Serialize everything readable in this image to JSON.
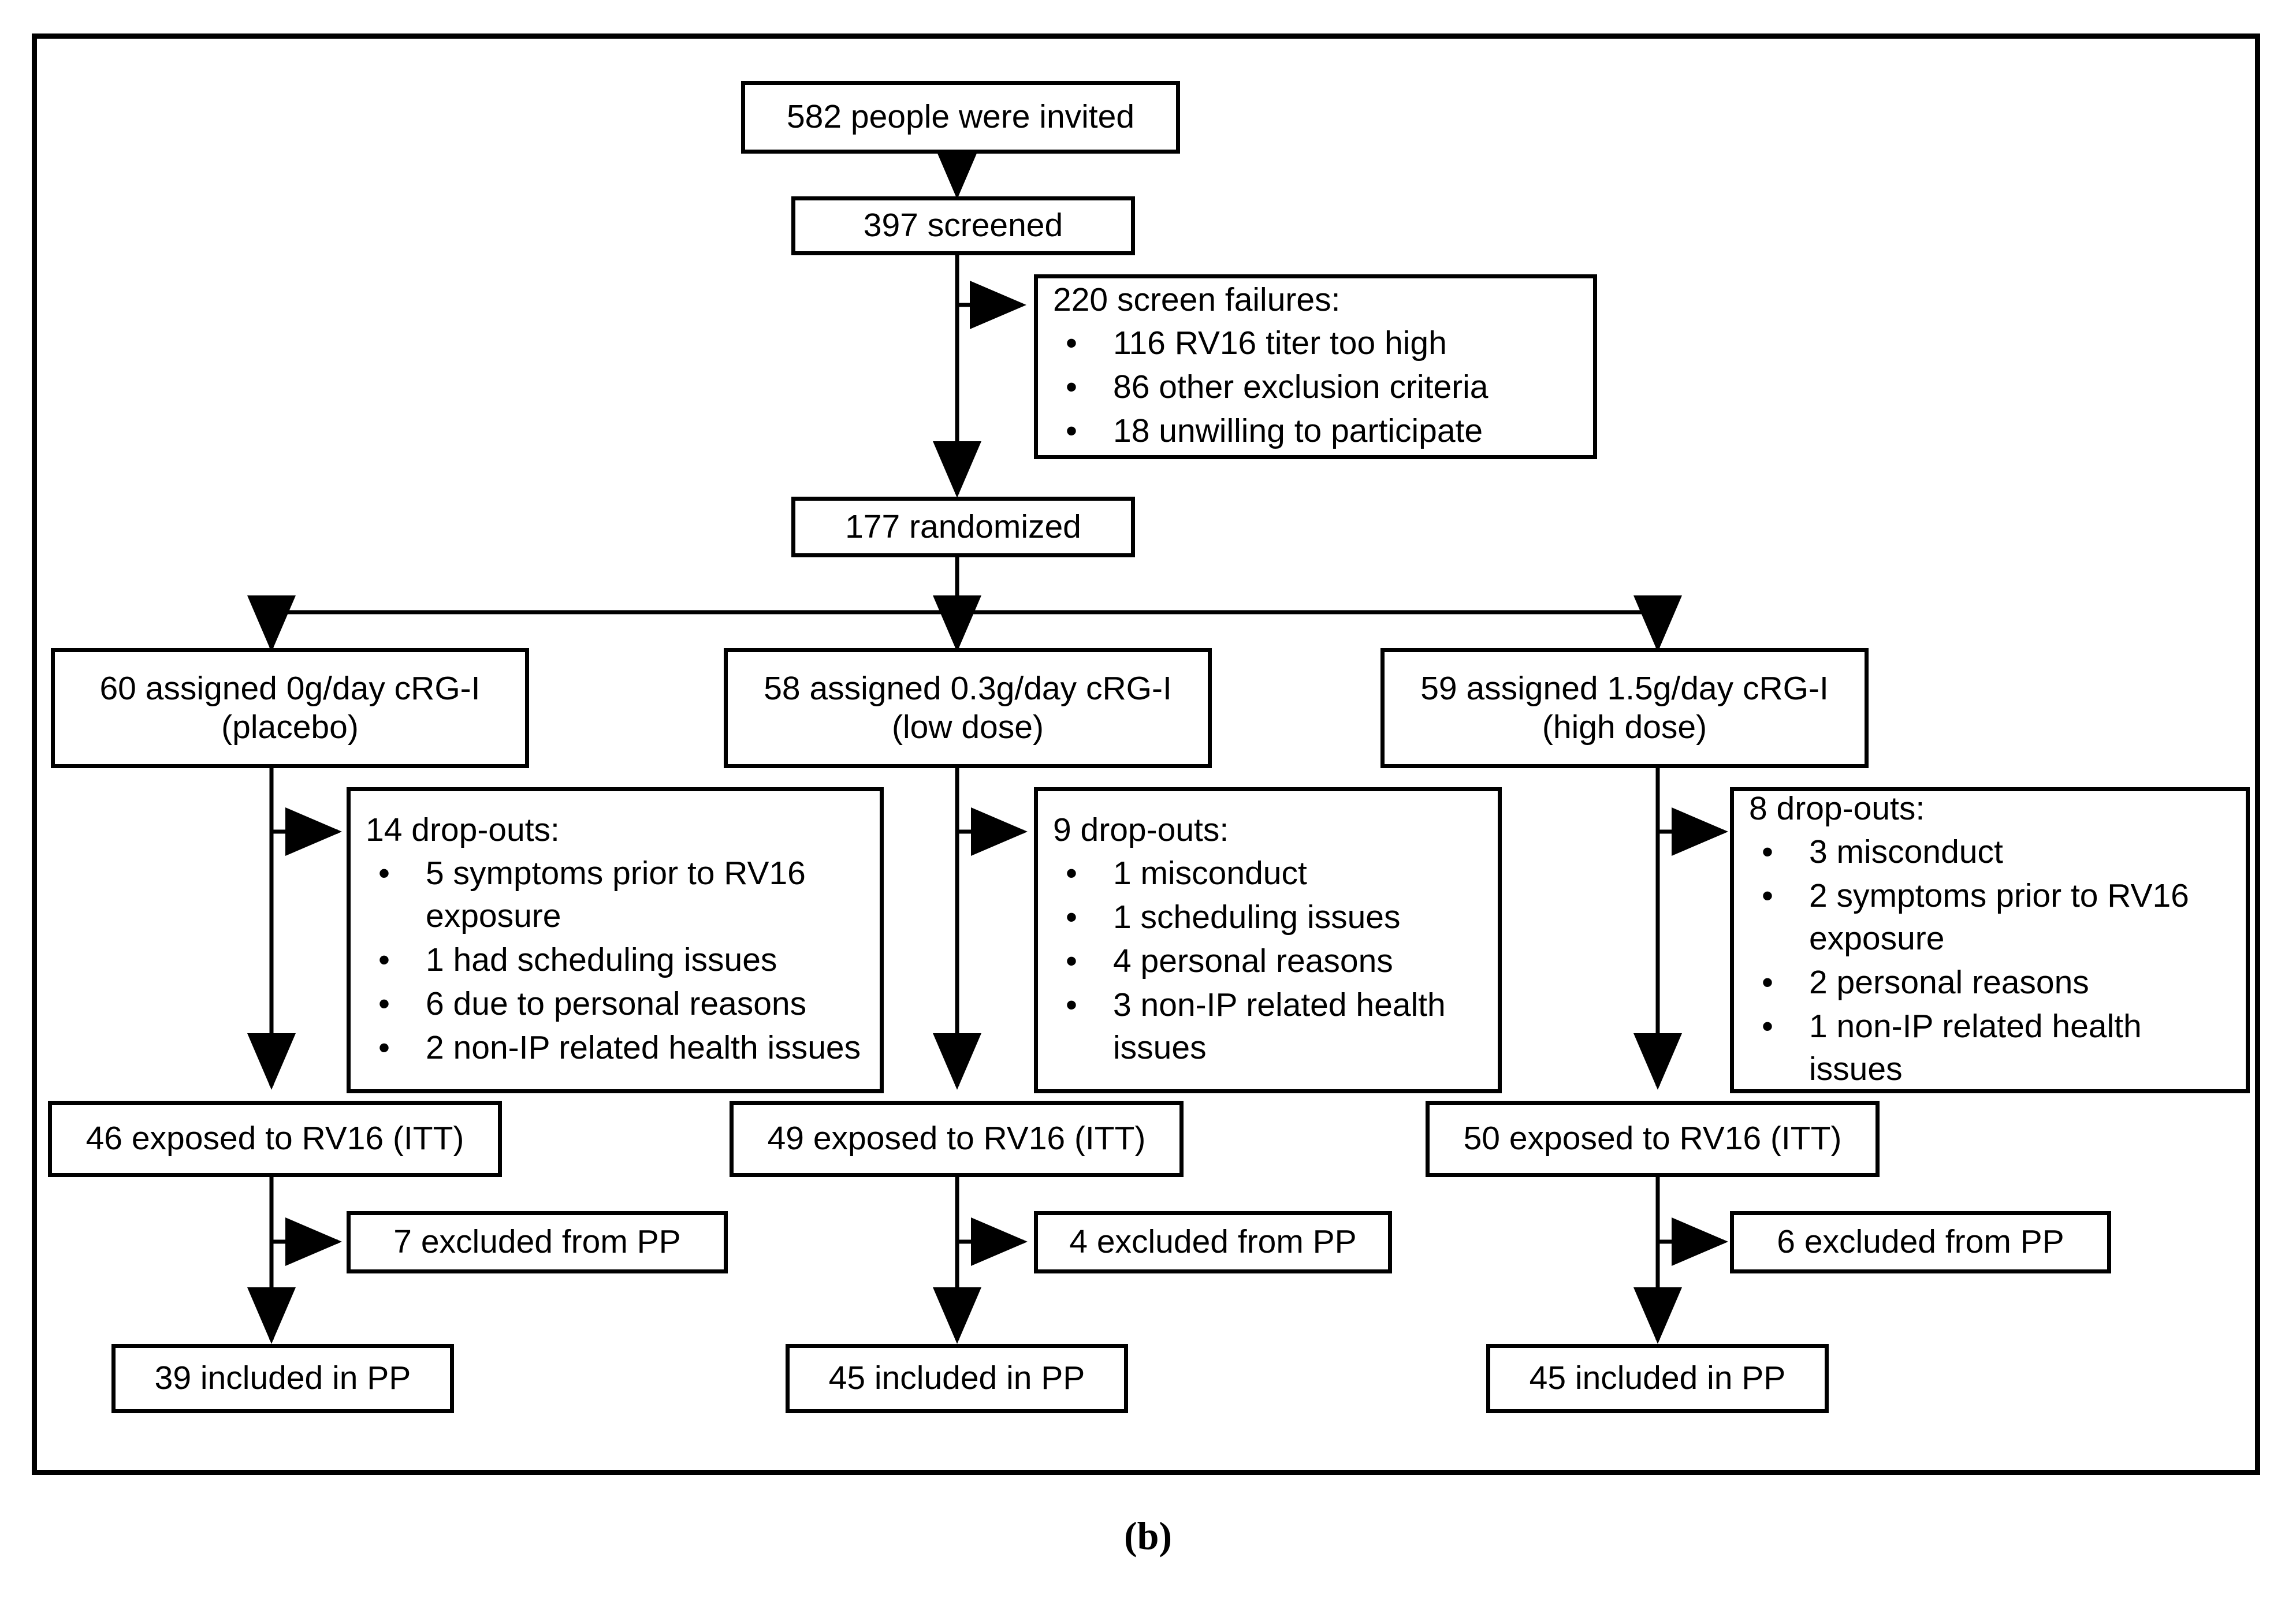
{
  "figure": {
    "caption": "(b)",
    "type": "consort-flow-diagram",
    "border_color": "#000000",
    "background_color": "#ffffff"
  },
  "flow": {
    "invited": "582 people were invited",
    "screened": "397 screened",
    "randomized": "177 randomized",
    "screen_failures": {
      "title": "220 screen failures:",
      "items": [
        "116 RV16 titer too high",
        "86 other exclusion criteria",
        "18 unwilling to participate"
      ]
    },
    "arms": [
      {
        "assigned": "60 assigned 0g/day cRG-I\n(placebo)",
        "dropouts": {
          "title": "14 drop-outs:",
          "items": [
            "5 symptoms prior to RV16 exposure",
            "1 had scheduling issues",
            "6 due to personal reasons",
            "2 non-IP related health issues"
          ]
        },
        "itt": "46 exposed to RV16 (ITT)",
        "excluded": "7 excluded from PP",
        "pp": "39 included in PP"
      },
      {
        "assigned": "58 assigned 0.3g/day cRG-I\n(low dose)",
        "dropouts": {
          "title": "9 drop-outs:",
          "items": [
            "1 misconduct",
            "1 scheduling issues",
            "4 personal reasons",
            "3 non-IP related health issues"
          ]
        },
        "itt": "49 exposed to RV16 (ITT)",
        "excluded": "4 excluded from PP",
        "pp": "45 included in PP"
      },
      {
        "assigned": "59 assigned 1.5g/day cRG-I\n(high dose)",
        "dropouts": {
          "title": "8 drop-outs:",
          "items": [
            "3 misconduct",
            "2 symptoms prior to RV16 exposure",
            "2 personal reasons",
            "1 non-IP related health issues"
          ]
        },
        "itt": "50 exposed to RV16 (ITT)",
        "excluded": "6 excluded from PP",
        "pp": "45 included in PP"
      }
    ],
    "bullet_glyph": "•"
  }
}
